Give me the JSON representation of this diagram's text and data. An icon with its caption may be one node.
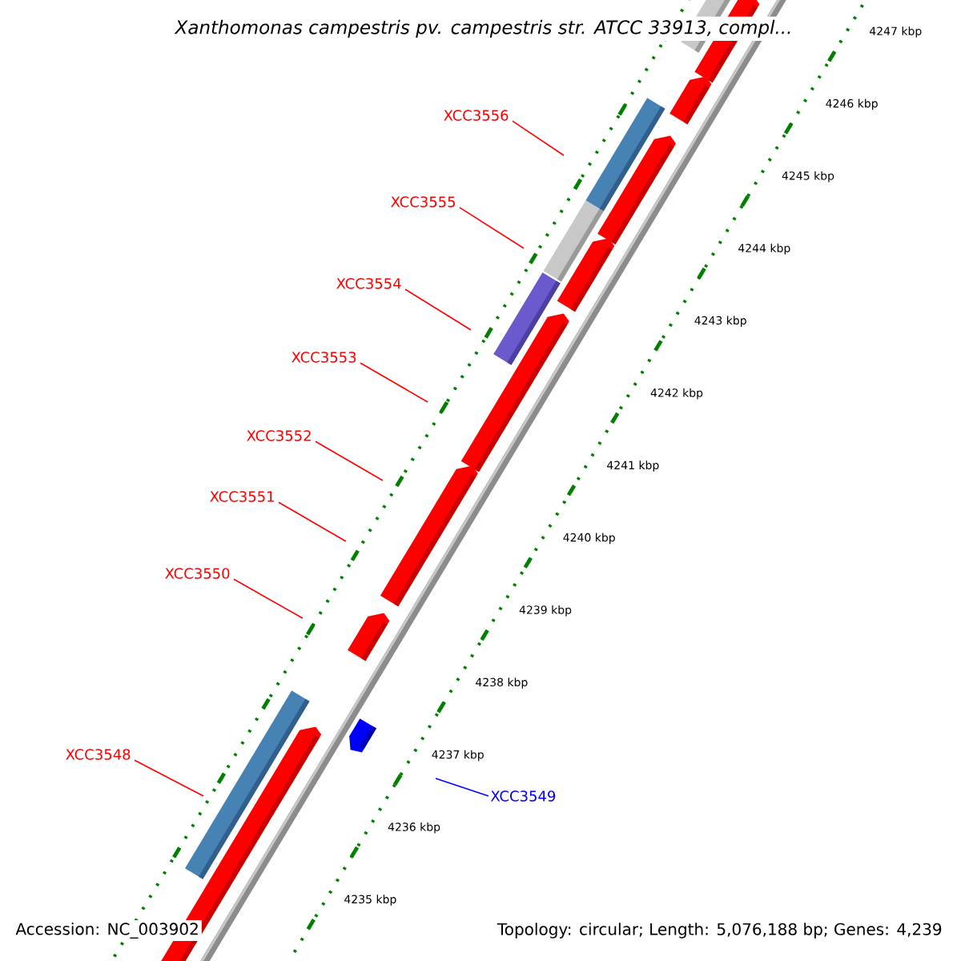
{
  "diagram": {
    "title": "Xanthomonas campestris pv. campestris str. ATCC 33913, compl...",
    "nodes": [
      {
        "text": [
          "XCC3556"
        ]
      },
      {
        "text": [
          "XCC3555"
        ]
      },
      {
        "text": [
          "XCC3554"
        ]
      },
      {
        "text": [
          "XCC3553"
        ]
      },
      {
        "text": [
          "XCC3552"
        ]
      },
      {
        "text": [
          "XCC3551"
        ]
      },
      {
        "text": [
          "XCC3550"
        ]
      },
      {
        "text": [
          "XCC3548"
        ]
      },
      {
        "text": [
          "XCC3549"
        ]
      }
    ],
    "edges": [
      {
        "from": 0,
        "to": null,
        "arrow": "none"
      },
      {
        "from": 1,
        "to": null,
        "arrow": "none"
      },
      {
        "from": 2,
        "to": null,
        "arrow": "none"
      },
      {
        "from": 3,
        "to": null,
        "arrow": "none"
      },
      {
        "from": 4,
        "to": null,
        "arrow": "none"
      },
      {
        "from": 5,
        "to": null,
        "arrow": "none"
      },
      {
        "from": 6,
        "to": null,
        "arrow": "none"
      },
      {
        "from": 7,
        "to": null,
        "arrow": "none"
      },
      {
        "from": 8,
        "to": null,
        "arrow": "none",
        "color": "#0000ff"
      }
    ],
    "labels": [
      "4247 kbp",
      "4246 kbp",
      "4245 kbp",
      "4244 kbp",
      "4243 kbp",
      "4242 kbp",
      "4241 kbp",
      "4240 kbp",
      "4239 kbp",
      "4238 kbp",
      "4237 kbp",
      "4236 kbp",
      "4235 kbp",
      "Accession: NC_003902",
      "Topology: circular; Length: 5,076,188 bp; Genes: 4,239"
    ]
  }
}
